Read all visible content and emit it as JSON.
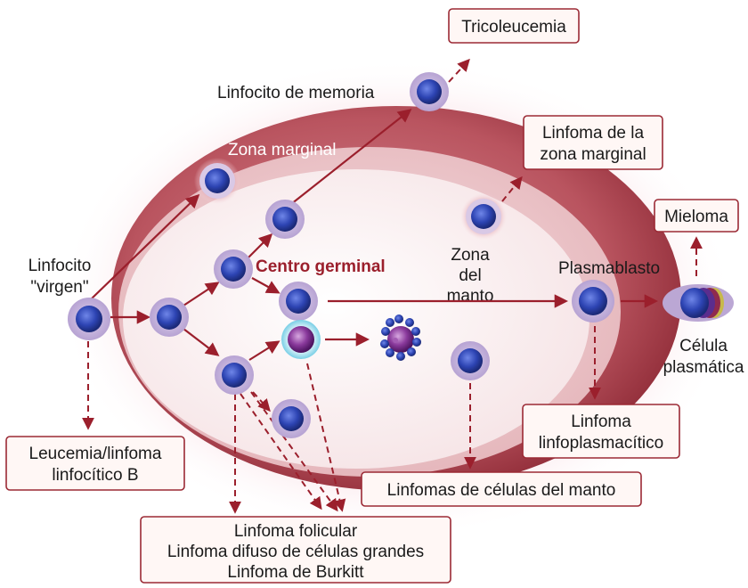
{
  "zones": {
    "marginal": "Zona marginal",
    "germinal": "Centro germinal",
    "mantle": [
      "Zona",
      "del",
      "manto"
    ]
  },
  "cells": {
    "naive": [
      "Linfocito",
      "\"virgen\""
    ],
    "memory": "Linfocito de memoria",
    "plasmablast": "Plasmablasto",
    "plasma_cell": [
      "Célula",
      "plasmática"
    ]
  },
  "diseases": {
    "hairy_cell": "Tricoleucemia",
    "marginal_lymphoma": [
      "Linfoma de la",
      "zona marginal"
    ],
    "myeloma": "Mieloma",
    "cll": [
      "Leucemia/linfoma",
      "linfocítico B"
    ],
    "lymphoplasmacytic": [
      "Linfoma",
      "linfoplasmacítico"
    ],
    "mantle_cell": "Linfomas de células del manto",
    "follicular_group": [
      "Linfoma folicular",
      "Linfoma difuso de células grandes",
      "Linfoma de Burkitt"
    ]
  },
  "colors": {
    "arrow": "#9b1f2c",
    "cell_core": "#2b3f9e",
    "cell_halo": "#c6b6dc",
    "box_stroke": "#9b2a35"
  }
}
